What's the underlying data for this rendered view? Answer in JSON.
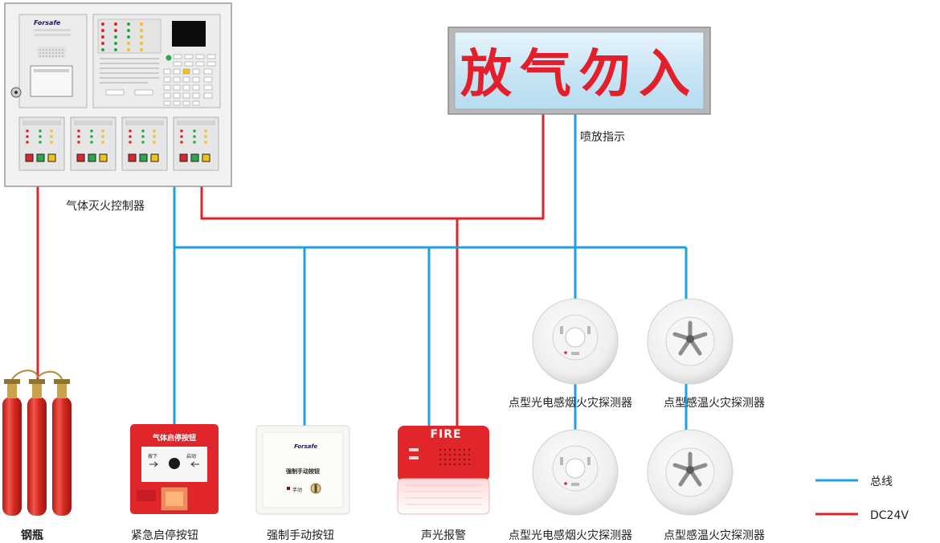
{
  "labels": {
    "controller": "气体灭火控制器",
    "sign": "喷放指示",
    "cylinders": "钢瓶",
    "emergency_button": "紧急启停按钮",
    "forced_button": "强制手动按钮",
    "alarm": "声光报警",
    "smoke_detector": "点型光电感烟火灾探测器",
    "heat_detector": "点型感温火灾探测器"
  },
  "sign": {
    "text": "放气勿入"
  },
  "controller": {
    "brand": "Forsafe"
  },
  "emergency_button": {
    "title": "气体启停按钮",
    "press": "按下",
    "start": "启动"
  },
  "forced_button": {
    "caption": "强制手动按钮",
    "manual": "手动"
  },
  "alarm": {
    "fire_text": "FIRE"
  },
  "legend": {
    "bus": "总线",
    "dc24v": "DC24V"
  },
  "colors": {
    "bus": "#1ca0de",
    "dc24v": "#e0242b"
  }
}
